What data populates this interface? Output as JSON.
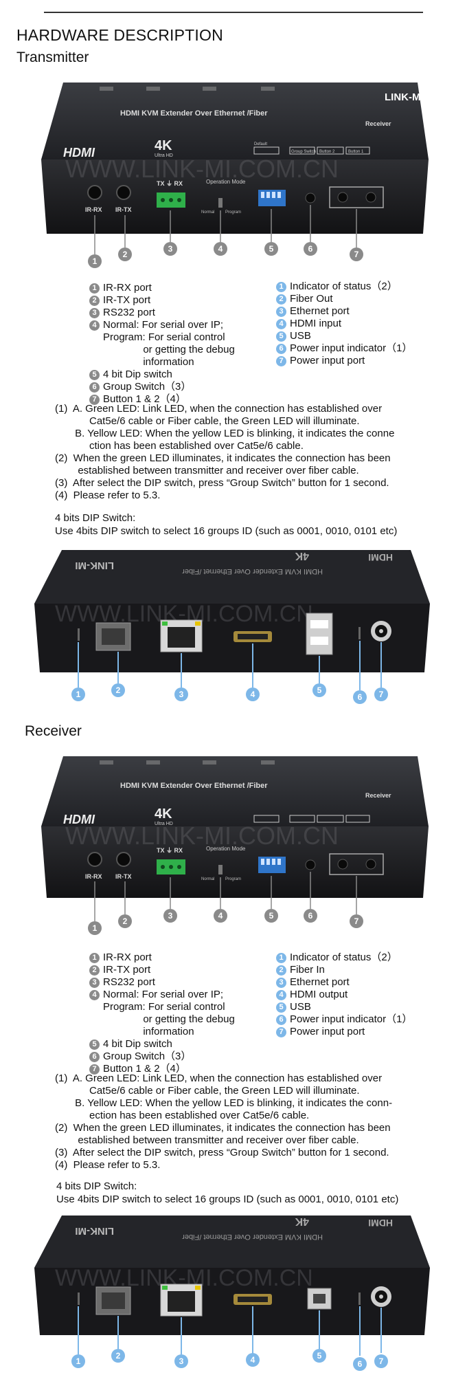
{
  "title": "HARDWARE DESCRIPTION",
  "transmitter": {
    "heading": "Transmitter",
    "front_labels": {
      "panel_title": "HDMI KVM Extender Over Ethernet /Fiber",
      "panel_subtitle": "Receiver",
      "hdmi_logo": "HDMI",
      "badge_4k": "4K",
      "badge_sub": "Ultra HD",
      "default": "Default",
      "ir_rx": "IR-RX",
      "ir_tx": "IR-TX",
      "txrx": "TX ⏚ RX",
      "op_mode": "Operation Mode",
      "normal": "Normal",
      "program": "Program",
      "group": "Group Switch",
      "btn2": "Button 2",
      "btn1": "Button 1"
    },
    "front_items": [
      {
        "n": "1",
        "text": "IR-RX port"
      },
      {
        "n": "2",
        "text": "IR-TX port"
      },
      {
        "n": "3",
        "text": "RS232 port"
      },
      {
        "n": "4",
        "text": "Normal: For serial over IP;\nProgram: For serial control\n              or getting the debug\n              information"
      },
      {
        "n": "5",
        "text": "4 bit Dip switch"
      },
      {
        "n": "6",
        "text": "Group Switch（3）"
      },
      {
        "n": "7",
        "text": "Button 1 & 2（4）"
      }
    ],
    "rear_items": [
      {
        "n": "1",
        "text": "Indicator of status（2）"
      },
      {
        "n": "2",
        "text": "Fiber Out"
      },
      {
        "n": "3",
        "text": "Ethernet port"
      },
      {
        "n": "4",
        "text": "HDMI input"
      },
      {
        "n": "5",
        "text": "USB"
      },
      {
        "n": "6",
        "text": "Power input indicator（1）"
      },
      {
        "n": "7",
        "text": "Power input port"
      }
    ],
    "notes": [
      "(1)  A. Green LED: Link LED, when the connection has established over\n            Cat5e/6 cable or Fiber cable, the Green LED will illuminate.",
      "       B. Yellow LED: When the yellow LED is blinking, it indicates the conne\n            ction has been established over Cat5e/6 cable.",
      "(2)  When the green LED illuminates, it indicates the connection has been\n        established between transmitter and receiver over fiber cable.",
      "(3)  After select the DIP switch, press “Group Switch” button for 1 second.",
      "(4)  Please refer to 5.3."
    ],
    "dip": "4 bits DIP Switch:\nUse 4bits DIP switch to select 16 groups ID (such as 0001, 0010, 0101 etc)"
  },
  "receiver": {
    "heading": "Receiver",
    "front_items": [
      {
        "n": "1",
        "text": "IR-RX port"
      },
      {
        "n": "2",
        "text": "IR-TX port"
      },
      {
        "n": "3",
        "text": "RS232 port"
      },
      {
        "n": "4",
        "text": "Normal: For serial over IP;\nProgram: For serial control\n              or getting the debug\n              information"
      },
      {
        "n": "5",
        "text": "4 bit Dip switch"
      },
      {
        "n": "6",
        "text": "Group Switch（3）"
      },
      {
        "n": "7",
        "text": "Button 1 & 2（4）"
      }
    ],
    "rear_items": [
      {
        "n": "1",
        "text": "Indicator of status（2）"
      },
      {
        "n": "2",
        "text": "Fiber In"
      },
      {
        "n": "3",
        "text": "Ethernet port"
      },
      {
        "n": "4",
        "text": "HDMI output"
      },
      {
        "n": "5",
        "text": "USB"
      },
      {
        "n": "6",
        "text": "Power input indicator（1）"
      },
      {
        "n": "7",
        "text": "Power input port"
      }
    ],
    "notes": [
      "(1)  A. Green LED: Link LED, when the connection has established over\n            Cat5e/6 cable or Fiber cable, the Green LED will illuminate.",
      "       B. Yellow LED: When the yellow LED is blinking, it indicates the conn-\n            ection has been established over Cat5e/6 cable.",
      "(2)  When the green LED illuminates, it indicates the connection has been\n        established between transmitter and receiver over fiber cable.",
      "(3)  After select the DIP switch, press “Group Switch” button for 1 second.",
      "(4)  Please refer to 5.3."
    ],
    "dip": "4 bits DIP Switch:\nUse 4bits DIP switch to select 16 groups ID (such as 0001, 0010, 0101 etc)"
  },
  "rear_labels": {
    "brand": "LINK-MI",
    "panel_title_mirrored": "HDMI KVM Extender Over Ethernet /Fiber",
    "badge_4k": "4K",
    "hdmi_logo": "HDMI"
  },
  "callout_numbers": [
    "1",
    "2",
    "3",
    "4",
    "5",
    "6",
    "7"
  ],
  "watermark": "WWW.LINK-MI.COM.CN",
  "brand_top": "LINK-MI",
  "colors": {
    "gray_callout": "#8a8a8a",
    "blue_callout": "#7db7e8",
    "device": "#2b2b2e"
  }
}
